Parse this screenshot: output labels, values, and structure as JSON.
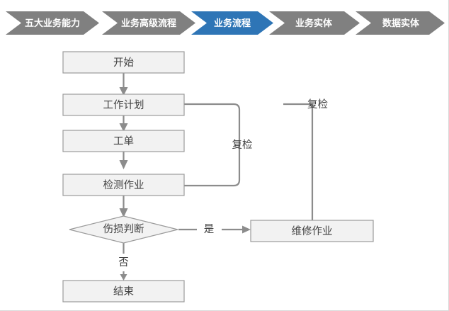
{
  "breadcrumb": {
    "active_index": 2,
    "active_color": "#2e75b6",
    "inactive_color": "#808080",
    "text_color": "#ffffff",
    "items": [
      {
        "label": "五大业务能力"
      },
      {
        "label": "业务高级流程"
      },
      {
        "label": "业务流程"
      },
      {
        "label": "业务实体"
      },
      {
        "label": "数据实体"
      }
    ]
  },
  "diagram": {
    "node_fill": "#f2f2f2",
    "node_stroke": "#9b9b9b",
    "connector_color": "#8c8c8c",
    "text_color": "#404040",
    "nodes": [
      {
        "id": "start",
        "type": "process",
        "label": "开始"
      },
      {
        "id": "plan",
        "type": "process",
        "label": "工作计划"
      },
      {
        "id": "workorder",
        "type": "process",
        "label": "工单"
      },
      {
        "id": "inspect",
        "type": "process",
        "label": "检测作业"
      },
      {
        "id": "decision",
        "type": "decision",
        "label": "伤损判断"
      },
      {
        "id": "repair",
        "type": "process",
        "label": "维修作业"
      },
      {
        "id": "end",
        "type": "process",
        "label": "结束"
      }
    ],
    "edges": [
      {
        "from": "start",
        "to": "plan",
        "label": ""
      },
      {
        "from": "plan",
        "to": "workorder",
        "label": ""
      },
      {
        "from": "workorder",
        "to": "inspect",
        "label": ""
      },
      {
        "from": "inspect",
        "to": "decision",
        "label": ""
      },
      {
        "from": "decision",
        "to": "repair",
        "label": "是"
      },
      {
        "from": "decision",
        "to": "end",
        "label": "否"
      },
      {
        "from": "inspect",
        "to": "plan",
        "label": "复检"
      },
      {
        "from": "repair",
        "to": "plan",
        "label": "复检"
      }
    ],
    "edge_labels": {
      "yes": "是",
      "no": "否",
      "reinspect_inner": "复检",
      "reinspect_outer": "复检"
    }
  }
}
